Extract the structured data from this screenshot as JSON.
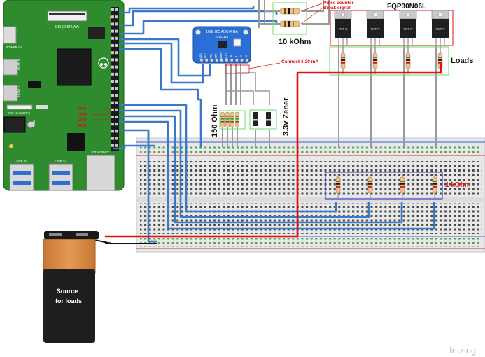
{
  "labels": {
    "pulse_counter": "Pulse counter",
    "break_signal": "Break signal",
    "ten_kohm": "10 kOhm",
    "fet_part": "FQP30N06L",
    "loads": "Loads",
    "connect_420": "Connect 4-20 mA",
    "ohm150": "150 Ohm",
    "zener": "3.3v Zener",
    "one_kohm": "1 kOhm",
    "battery_line1": "Source",
    "battery_line2": "for loads",
    "fritzing": "fritzing"
  },
  "pi": {
    "dsi": "DSI (DISPLAY)",
    "power_in": "POWER IN",
    "hdmi0": "HDMI 0",
    "hdmi1": "HDMI 1",
    "csi": "CSI (CAMERA)",
    "audio": "Audio",
    "usb_left": "USB 2x",
    "usb_right": "USB 2x",
    "ethernet": "ETHERNET",
    "gpio_labels": [
      "GPIO",
      "GPIO",
      "GPIO",
      "GPIO"
    ]
  },
  "adc": {
    "title": "16Bit I2C ADC+PGA",
    "part": "ADS1115",
    "pins": [
      "VDD",
      "GND",
      "SCL",
      "SDA",
      "ADDR",
      "ALRT",
      "A0",
      "A1",
      "A2",
      "A3"
    ]
  },
  "fet_tag": "FET N",
  "colors": {
    "pi_green": "#2e8b2e",
    "wire_blue": "#3a78c8",
    "wire_red": "#e01010",
    "wire_gray": "#9a9a9a",
    "annot_red": "#e01010",
    "annot_green": "#6fdc6f",
    "annot_blue": "#2222cc",
    "adc_blue": "#2a6fd6",
    "battery_orange": "#d4823c"
  }
}
